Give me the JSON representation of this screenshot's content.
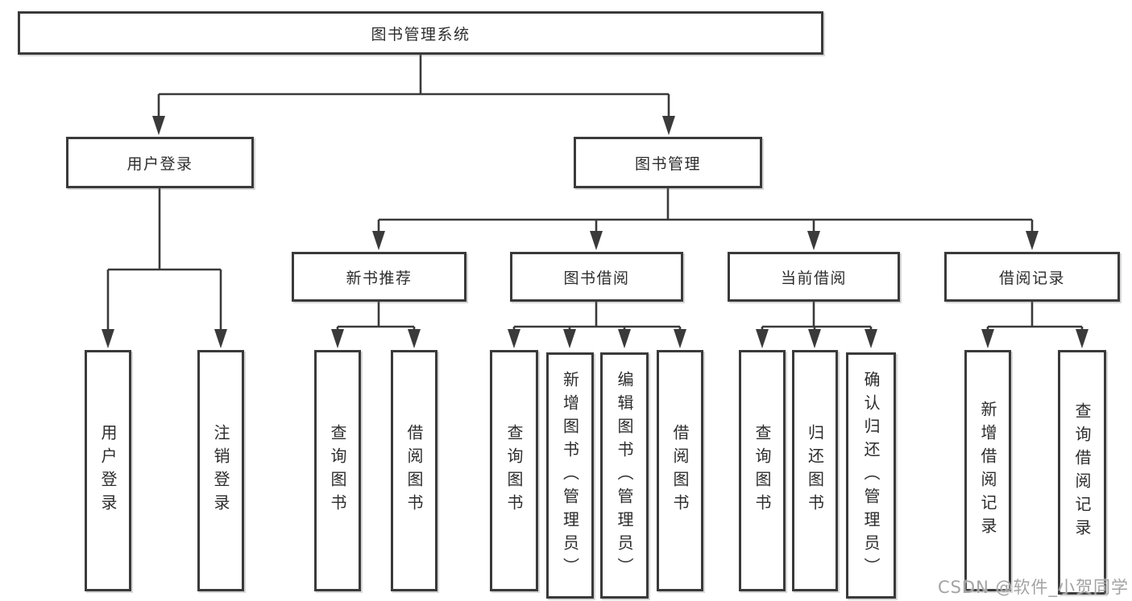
{
  "diagram": {
    "root": "图书管理系统",
    "level2": [
      "用户登录",
      "图书管理"
    ],
    "level3": [
      "新书推荐",
      "图书借阅",
      "当前借阅",
      "借阅记录"
    ],
    "leaves": {
      "user_login": [
        "用户登录",
        "注销登录"
      ],
      "new_book": [
        "查询图书",
        "借阅图书"
      ],
      "book_borrow": [
        "查询图书",
        "新增图书（管理员）",
        "编辑图书（管理员）",
        "借阅图书"
      ],
      "current_borrow": [
        "查询图书",
        "归还图书",
        "确认归还（管理员）"
      ],
      "borrow_record": [
        "新增借阅记录",
        "查询借阅记录"
      ]
    }
  },
  "watermark": {
    "text": "CSDN @软件_小贺同学"
  },
  "colors": {
    "line": "#3a3a3a",
    "box_border": "#3a3a3a",
    "text": "#2d2d2d",
    "watermark": "#a3a3a3",
    "background": "#ffffff"
  }
}
